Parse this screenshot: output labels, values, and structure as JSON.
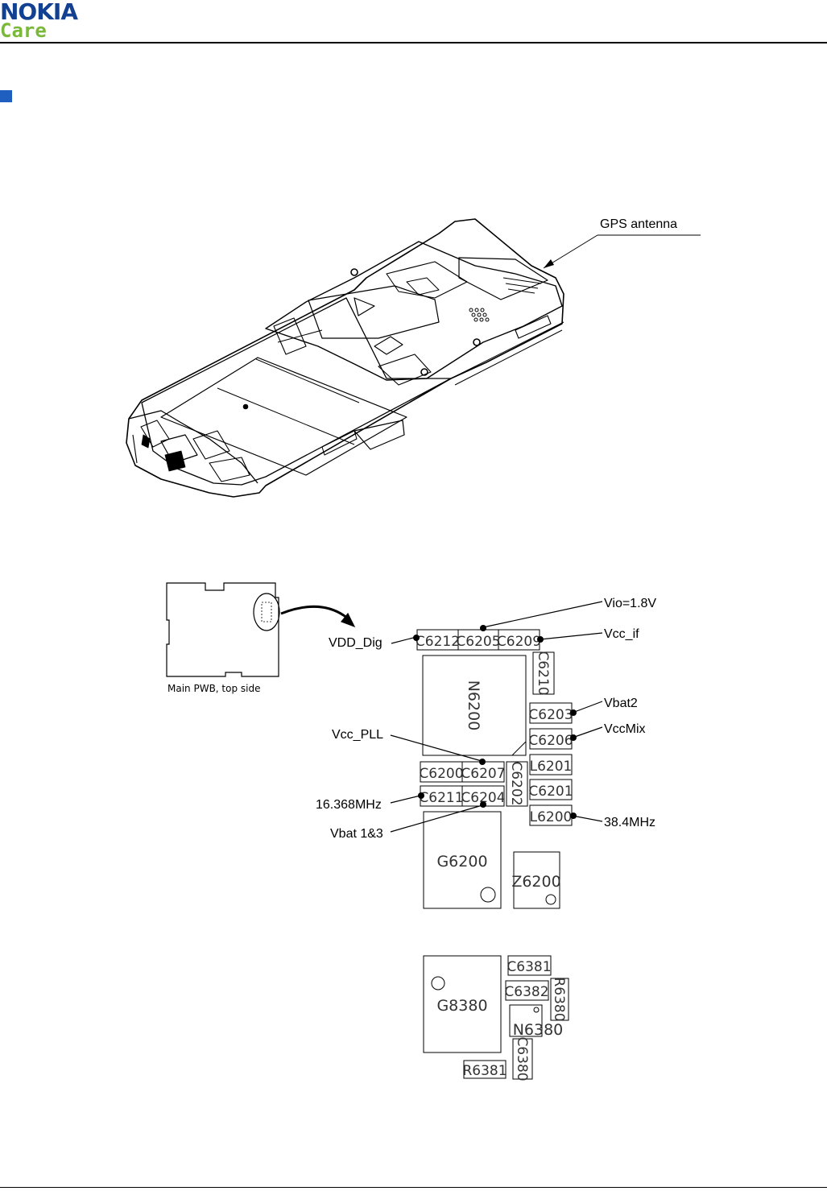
{
  "header": {
    "brand_top": "NOKIA",
    "brand_bottom": "Care"
  },
  "colors": {
    "brand_blue": "#124191",
    "care_green": "#7ab83a",
    "marker_blue": "#1f5fbf"
  },
  "figure1": {
    "gps_label": "GPS antenna"
  },
  "figure2": {
    "board_caption": "Main PWB, top side",
    "labels": {
      "vio": "Vio=1.8V",
      "vcc_if": "Vcc_if",
      "vdd_dig": "VDD_Dig",
      "vbat2": "Vbat2",
      "vccmix": "VccMix",
      "vcc_pll": "Vcc_PLL",
      "freq_16": "16.368MHz",
      "vbat13": "Vbat 1&3",
      "freq_38": "38.4MHz"
    },
    "components": {
      "c6212": "C6212",
      "c6205": "C6205",
      "c6209": "C6209",
      "c6210": "C6210",
      "n6200": "N6200",
      "c6203": "C6203",
      "c6206": "C6206",
      "c6200": "C6200",
      "c6207": "C6207",
      "c6202": "C6202",
      "l6201": "L6201",
      "c6211": "C6211",
      "c6204": "C6204",
      "c6201": "C6201",
      "l6200": "L6200",
      "g6200": "G6200",
      "z6200": "Z6200",
      "g8380": "G8380",
      "c6381": "C6381",
      "c6382": "C6382",
      "r6380": "R6380",
      "n6380": "N6380",
      "c6380": "C6380",
      "r6381": "R6381"
    }
  }
}
